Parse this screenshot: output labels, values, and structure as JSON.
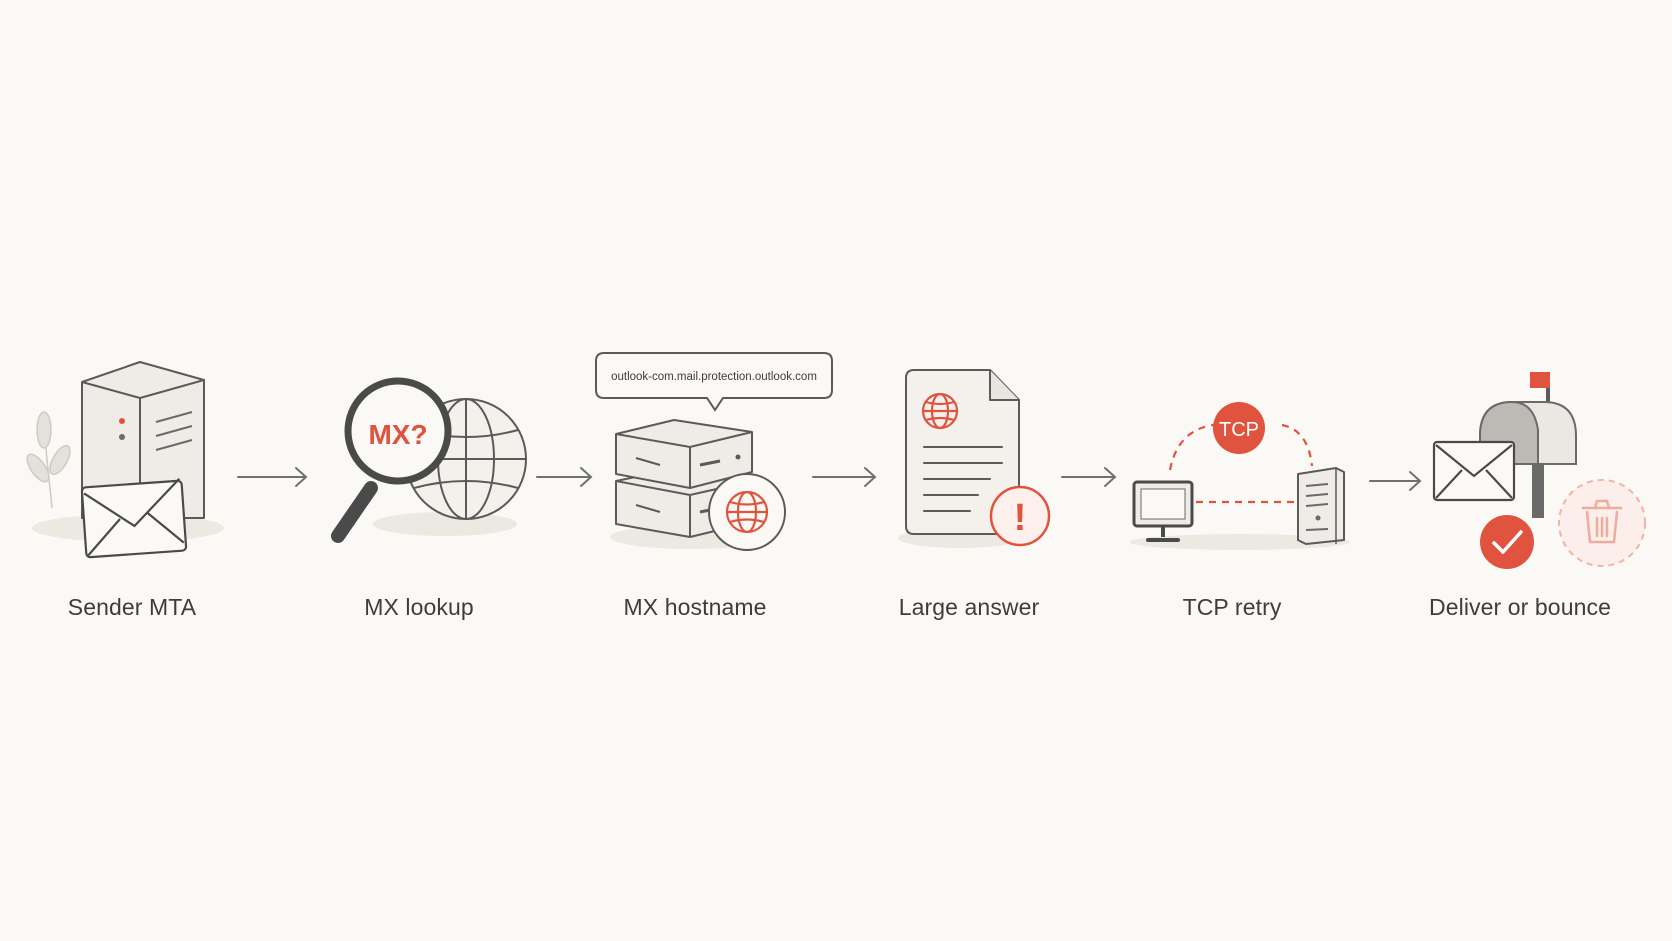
{
  "steps": [
    {
      "label": "Sender MTA",
      "icon": "server-envelope-icon"
    },
    {
      "label": "MX lookup",
      "icon": "magnifier-globe-icon",
      "badge": "MX?"
    },
    {
      "label": "MX hostname",
      "icon": "server-stack-globe-icon",
      "callout": "outlook-com.mail.protection.outlook.com"
    },
    {
      "label": "Large answer",
      "icon": "document-warning-icon",
      "badge": "!"
    },
    {
      "label": "TCP retry",
      "icon": "tcp-connection-icon",
      "badge": "TCP"
    },
    {
      "label": "Deliver or bounce",
      "icon": "mailbox-check-trash-icon"
    }
  ],
  "colors": {
    "background": "#fbf9f6",
    "accent": "#e0533f",
    "stroke": "#5a5a5a",
    "fill": "#eeeae5",
    "text": "#3d3d3d"
  }
}
